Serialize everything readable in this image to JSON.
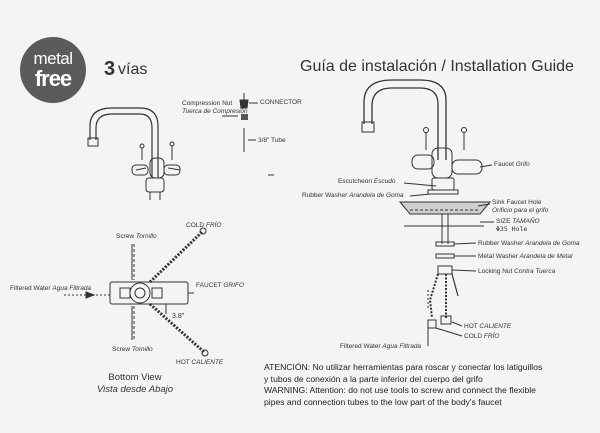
{
  "logo": {
    "line1": "metal",
    "line2": "free"
  },
  "brand": {
    "number": "3",
    "word": "vías"
  },
  "title": "Guía de instalación / Installation Guide",
  "top_left": {
    "compression_nut_en": "Compression Nut",
    "compression_nut_es": "Tuerca de Compresión",
    "connector": "CONNECTOR",
    "tube": "3/8\" Tube"
  },
  "bottom_left": {
    "screw_en": "Screw",
    "screw_es": "Tornillo",
    "cold_en": "COLD",
    "cold_es": "FRÍO",
    "filtered_en": "Filtered Water",
    "filtered_es": "Agua Filtrada",
    "faucet_en": "FAUCET",
    "faucet_es": "GRIFO",
    "size": "3.8\"",
    "hot_en": "HOT",
    "hot_es": "CALIENTE",
    "view_en": "Bottom View",
    "view_es": "Vista desde Abajo"
  },
  "right": {
    "faucet_en": "Faucet",
    "faucet_es": "Grifo",
    "escutcheon_en": "Escutcheon",
    "escutcheon_es": "Escudo",
    "rubber_top_en": "Rubber Washer",
    "rubber_top_es": "Arandela de Goma",
    "sink_hole_en": "Sink Faucet Hole",
    "sink_hole_es": "Orificio para el grifo",
    "size_en": "SIZE",
    "size_es": "TAMAÑO",
    "hole": "Φ35 Hole",
    "rubber_bot_en": "Rubber Washer",
    "rubber_bot_es": "Arandela de Goma",
    "metal_en": "Metal Washer",
    "metal_es": "Arandela de Metal",
    "locknut_en": "Locking Nut",
    "locknut_es": "Contra Tuerca",
    "hot_en": "HOT",
    "hot_es": "CALIENTE",
    "cold_en": "COLD",
    "cold_es": "FRÍO",
    "filtered_en": "Filtered Water",
    "filtered_es": "Agua Filtrada"
  },
  "notes": {
    "es_line1": "ATENCIÓN: No utilizar herramientas para roscar y conectar los latiguillos",
    "es_line2": "y tubos de conexión a la parte inferior del cuerpo del grifo",
    "en_line1": "WARNING: Attention: do not use tools to screw and connect the flexible",
    "en_line2": "pipes and connection tubes to the low part of the body's faucet"
  }
}
